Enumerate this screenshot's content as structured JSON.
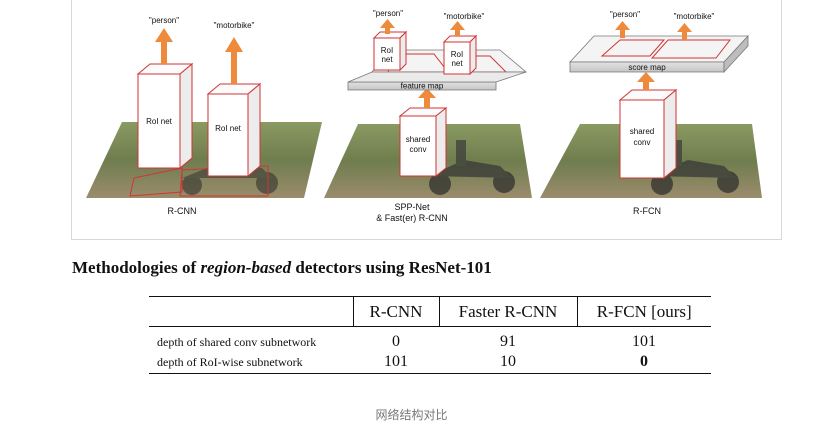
{
  "figure": {
    "rcnn": {
      "caption": "R-CNN",
      "roi_net_1": "RoI net",
      "roi_net_2": "RoI net",
      "label_person": "\"person\"",
      "label_motorbike": "\"motorbike\""
    },
    "spp": {
      "caption_line1": "SPP-Net",
      "caption_line2": "& Fast(er) R-CNN",
      "roi_1a": "RoI",
      "roi_1b": "net",
      "roi_2a": "RoI",
      "roi_2b": "net",
      "feature_map": "feature map",
      "shared_a": "shared",
      "shared_b": "conv",
      "label_person": "\"person\"",
      "label_motorbike": "\"motorbike\""
    },
    "rfcn": {
      "caption": "R-FCN",
      "score_map": "score map",
      "shared_a": "shared",
      "shared_b": "conv",
      "label_person": "\"person\"",
      "label_motorbike": "\"motorbike\""
    }
  },
  "table": {
    "title_part1": "Methodologies of ",
    "title_italic": "region-based",
    "title_part2": " detectors using ResNet-101",
    "headers": [
      "",
      "R-CNN",
      "Faster R-CNN",
      "R-FCN [ours]"
    ],
    "rows": [
      {
        "label": "depth of shared conv subnetwork",
        "values": [
          "0",
          "91",
          "101"
        ]
      },
      {
        "label": "depth of RoI-wise subnetwork",
        "values": [
          "101",
          "10",
          "0"
        ]
      }
    ]
  },
  "footer_caption": "网络结构对比",
  "colors": {
    "arrow": "#ee8a3c",
    "box_outline": "#d03535",
    "map_gray": "#cfcfcf"
  }
}
